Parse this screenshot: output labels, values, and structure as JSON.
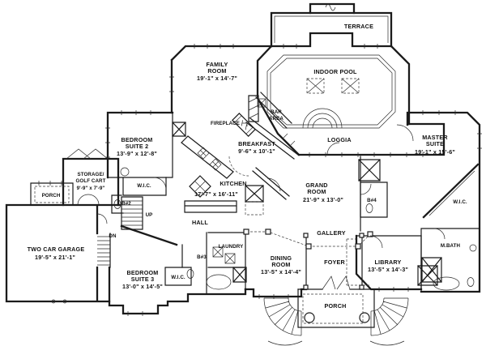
{
  "plan": {
    "colors": {
      "ink": "#1b1b1b",
      "paper": "#ffffff"
    },
    "rooms": {
      "terrace": {
        "lines": [
          "TERRACE"
        ]
      },
      "indoor_pool": {
        "lines": [
          "INDOOR POOL"
        ]
      },
      "family_room": {
        "lines": [
          "FAMILY",
          "ROOM",
          "19'-1\" x 14'-7\""
        ]
      },
      "bar_area": {
        "lines": [
          "BAR",
          "AREA"
        ]
      },
      "fireplace": {
        "lines": [
          "FIREPLACE"
        ]
      },
      "breakfast": {
        "lines": [
          "BREAKFAST",
          "9'-6\" x 10'-1\""
        ]
      },
      "loggia": {
        "lines": [
          "LOGGIA"
        ]
      },
      "master_suite": {
        "lines": [
          "MASTER",
          "SUITE",
          "19'-1\" x 15'-6\""
        ]
      },
      "bedroom_suite_2": {
        "lines": [
          "BEDROOM",
          "SUITE 2",
          "13'-9\" x 12'-8\""
        ]
      },
      "storage_golf_cart": {
        "lines": [
          "STORAGE/",
          "GOLF CART",
          "9'-9\" x 7'-9\""
        ]
      },
      "porch_left": {
        "lines": [
          "PORCH"
        ]
      },
      "wic_bedroom_2": {
        "lines": [
          "W.I.C."
        ]
      },
      "bath_2": {
        "lines": [
          "B#2"
        ]
      },
      "stair_up": {
        "lines": [
          "UP"
        ]
      },
      "stair_down": {
        "lines": [
          "DN"
        ]
      },
      "kitchen": {
        "lines": [
          "KITCHEN",
          "17'-7\" x 16'-11\""
        ]
      },
      "hall": {
        "lines": [
          "HALL"
        ]
      },
      "grand_room": {
        "lines": [
          "GRAND",
          "ROOM",
          "21'-9\" x 13'-0\""
        ]
      },
      "bath_4": {
        "lines": [
          "B#4"
        ]
      },
      "wic_master": {
        "lines": [
          "W.I.C."
        ]
      },
      "master_bath": {
        "lines": [
          "M.BATH"
        ]
      },
      "library": {
        "lines": [
          "LIBRARY",
          "13'-5\" x 14'-3\""
        ]
      },
      "gallery": {
        "lines": [
          "GALLERY"
        ]
      },
      "foyer": {
        "lines": [
          "FOYER"
        ]
      },
      "dining_room": {
        "lines": [
          "DINING",
          "ROOM",
          "13'-5\" x 14'-4\""
        ]
      },
      "laundry": {
        "lines": [
          "LAUNDRY"
        ]
      },
      "bath_3": {
        "lines": [
          "B#3"
        ]
      },
      "bedroom_suite_3": {
        "lines": [
          "BEDROOM",
          "SUITE 3",
          "13'-0\" x 14'-5\""
        ]
      },
      "wic_bedroom_3": {
        "lines": [
          "W.I.C."
        ]
      },
      "garage": {
        "lines": [
          "TWO CAR GARAGE",
          "19'-5\" x 21'-1\""
        ]
      },
      "porch_front": {
        "lines": [
          "PORCH"
        ]
      }
    }
  }
}
